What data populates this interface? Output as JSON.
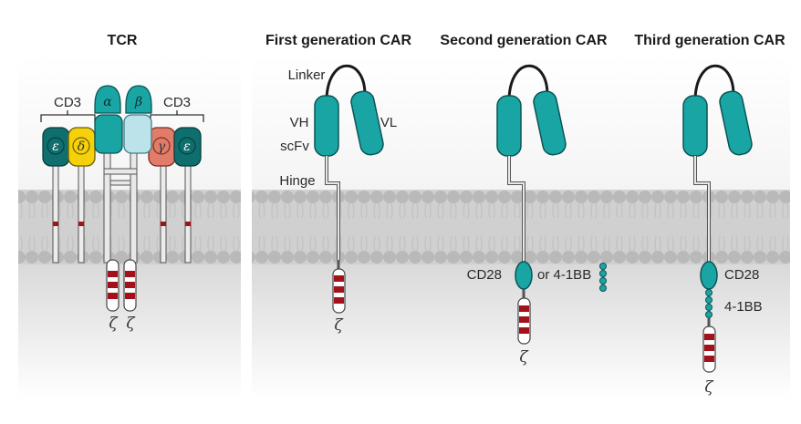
{
  "panels": {
    "tcr": {
      "title": "TCR",
      "cd3_left": "CD3",
      "cd3_right": "CD3",
      "chain_alpha": "α",
      "chain_beta": "β",
      "chain_epsilon_left": "ε",
      "chain_delta": "δ",
      "chain_gamma": "γ",
      "chain_epsilon_right": "ε",
      "zeta_left": "ζ",
      "zeta_right": "ζ"
    },
    "first": {
      "title": "First generation CAR",
      "linker": "Linker",
      "vh": "VH",
      "vl": "VL",
      "scfv": "scFv",
      "hinge": "Hinge",
      "zeta": "ζ"
    },
    "second": {
      "title": "Second generation CAR",
      "cd28": "CD28",
      "or_41bb": "or 4-1BB",
      "zeta": "ζ"
    },
    "third": {
      "title": "Third generation CAR",
      "cd28": "CD28",
      "bb41": "4-1BB",
      "zeta": "ζ"
    }
  },
  "colors": {
    "teal": "#1aa5a5",
    "teal_dark": "#0f6f6e",
    "light_blue": "#bde3ea",
    "yellow": "#f5d10c",
    "salmon": "#e27c6a",
    "itam_red": "#a3121a",
    "membrane": "#b7b7b7"
  }
}
